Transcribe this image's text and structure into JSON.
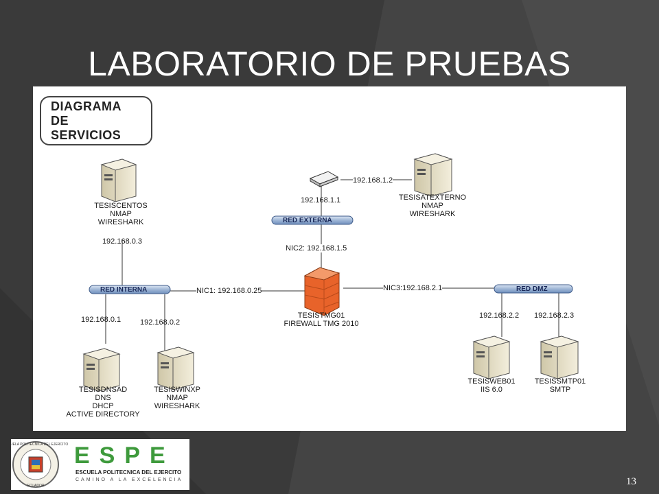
{
  "slide": {
    "title": "LABORATORIO DE PRUEBAS",
    "page_number": "13"
  },
  "diagram": {
    "title_lines": [
      "DIAGRAMA",
      "DE",
      "SERVICIOS"
    ],
    "buses": {
      "red_interna": "RED INTERNA",
      "red_externa": "RED EXTERNA",
      "red_dmz": "RED DMZ"
    },
    "nodes": {
      "tesiscentos": [
        "TESISCENTOS",
        "NMAP",
        "WIRESHARK"
      ],
      "tesisdnsad": [
        "TESISDNSAD",
        "DNS",
        "DHCP",
        "ACTIVE DIRECTORY"
      ],
      "tesiswinxp": [
        "TESISWINXP",
        "NMAP",
        "WIRESHARK"
      ],
      "tesistmg01": [
        "TESISTMG01",
        "FIREWALL TMG 2010"
      ],
      "tesisatexterno": [
        "TESISATEXTERNO",
        "NMAP",
        "WIRESHARK"
      ],
      "tesisweb01": [
        "TESISWEB01",
        "IIS 6.0"
      ],
      "tesissmtp01": [
        "TESISSMTP01",
        "SMTP"
      ]
    },
    "links": {
      "centos_ip": "192.168.0.3",
      "dnsad_ip": "192.168.0.1",
      "winxp_ip": "192.168.0.2",
      "router_ip": "192.168.1.1",
      "externo_ip": "192.168.1.2",
      "nic1": "NIC1: 192.168.0.25",
      "nic2": "NIC2: 192.168.1.5",
      "nic3": "NIC3:192.168.2.1",
      "web_ip": "192.168.2.2",
      "smtp_ip": "192.168.2.3"
    }
  },
  "logo": {
    "name": "ESPE",
    "subtitle": "ESCUELA POLITECNICA DEL EJERCITO",
    "motto": "CAMINO A LA EXCELENCIA",
    "seal_text": "ESCUELA POLITECNICA DEL EJERCITO",
    "seal_country": "ECUADOR"
  },
  "colors": {
    "background": "#3a3a3a",
    "bus_fill": "#9fb6d6",
    "firewall": "#e8632a",
    "espe_green": "#3e9a3c"
  }
}
